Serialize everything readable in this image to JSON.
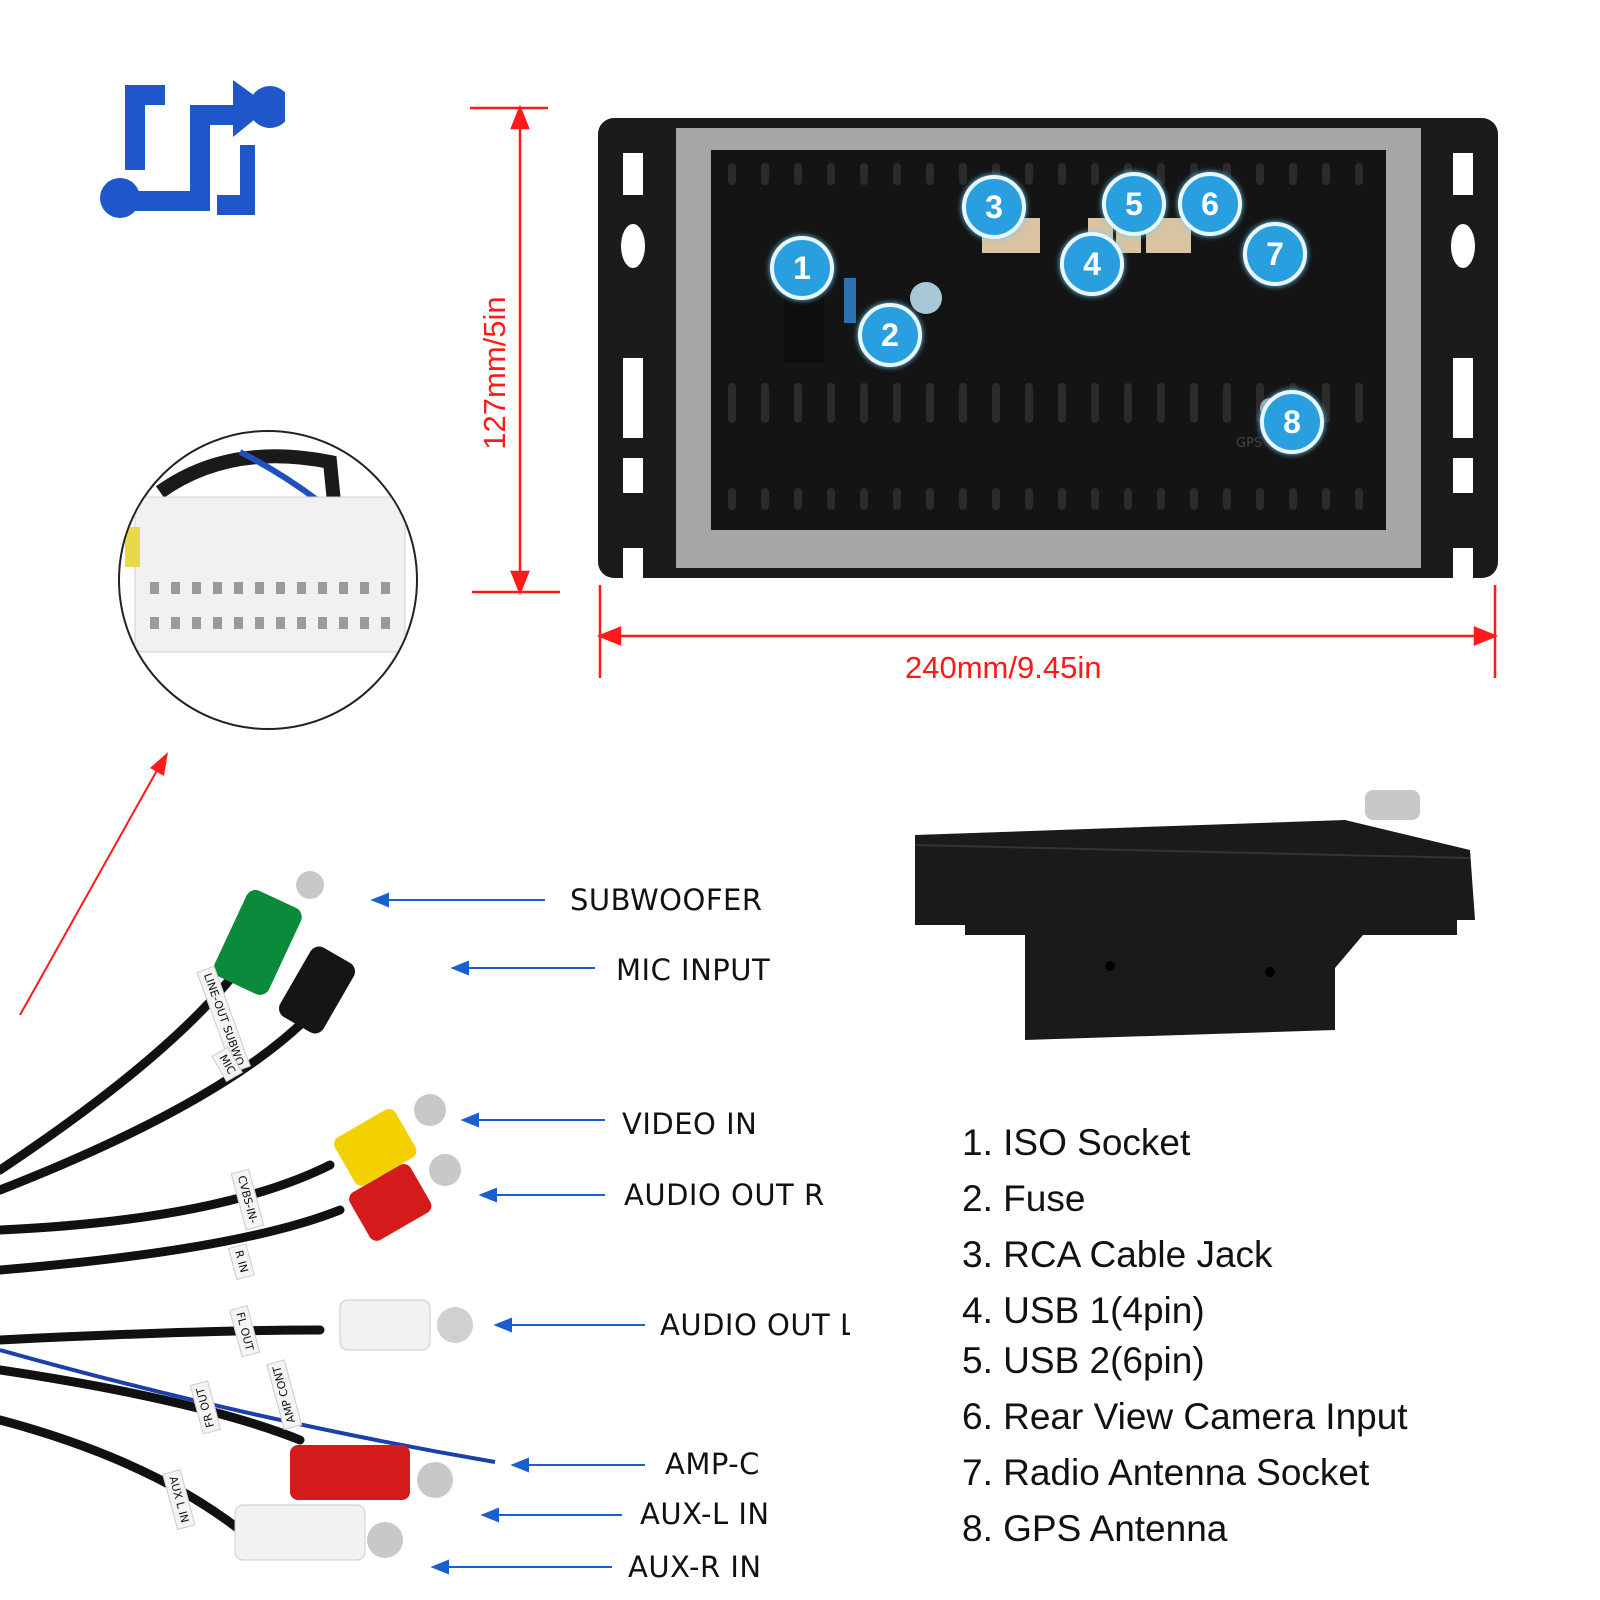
{
  "logo": {
    "icon": "flow-arrow-logo-icon",
    "color": "#1f56c9"
  },
  "dimensions": {
    "height_label": "127mm/5in",
    "width_label": "240mm/9.45in",
    "color": "#ff1a1a"
  },
  "rear_panel": {
    "badges": [
      "1",
      "2",
      "3",
      "4",
      "5",
      "6",
      "7",
      "8"
    ],
    "gps_text": "GPS",
    "badge_color": "#2a9fe0"
  },
  "cable_callouts": [
    {
      "label": "SUBWOOFER"
    },
    {
      "label": "MIC INPUT"
    },
    {
      "label": "VIDEO IN"
    },
    {
      "label": "AUDIO OUT R"
    },
    {
      "label": "AUDIO OUT L"
    },
    {
      "label": "AMP-C"
    },
    {
      "label": "AUX-L IN"
    },
    {
      "label": "AUX-R IN"
    }
  ],
  "cable_tags": {
    "lineout": "LINE-OUT SUBWO",
    "mic": "MIC",
    "cvbs": "CVBS-IN-",
    "rin": "R IN",
    "flout": "FL OUT",
    "frout": "FR OUT",
    "ampcont": "AMP CONT",
    "auxlin": "AUX L IN"
  },
  "legend": {
    "items": [
      "1. ISO Socket",
      "2. Fuse",
      "3. RCA Cable Jack",
      "4. USB 1(4pin)",
      "5. USB 2(6pin)",
      "6. Rear View Camera Input",
      "7. Radio Antenna Socket",
      "8. GPS Antenna"
    ]
  },
  "colors": {
    "arrow_blue": "#1a5fd0",
    "subwoofer_green": "#0a8a3a",
    "video_yellow": "#f5d000",
    "audio_red": "#d41a1a",
    "audio_white": "#f2f2f2"
  }
}
